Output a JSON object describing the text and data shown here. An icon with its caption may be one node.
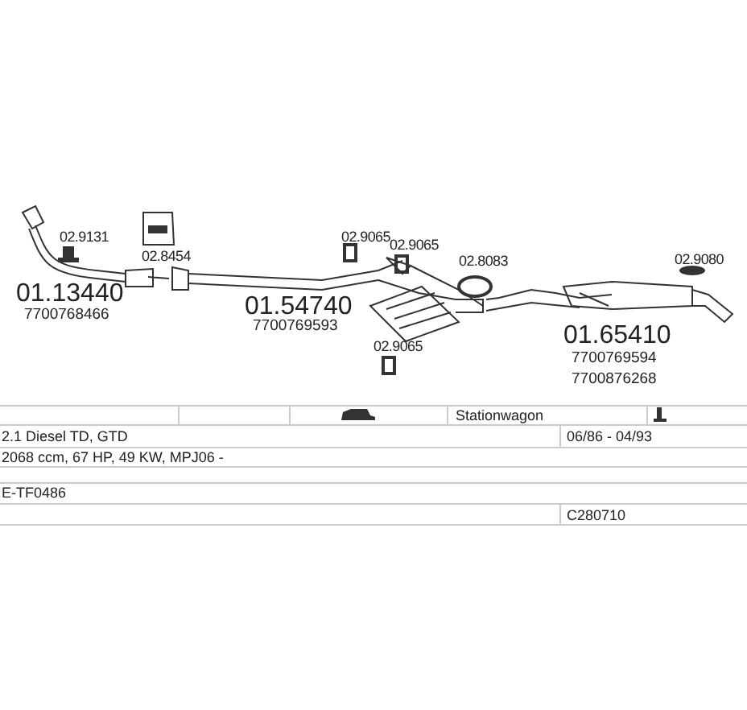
{
  "diagram": {
    "labels": [
      "02.9131",
      "02.8454",
      "01.13440",
      "7700768466",
      "02.9065",
      "02.9065",
      "01.54740",
      "7700769593",
      "02.9065",
      "02.8083",
      "02.9080",
      "01.65410",
      "7700769594",
      "7700876268",
      "Stationwagon",
      "2.1 Diesel TD, GTD",
      "06/86 - 04/93",
      "2068 ccm, 67 HP, 49 KW, MPJ06 -",
      "E-TF0486",
      "C280710"
    ]
  }
}
